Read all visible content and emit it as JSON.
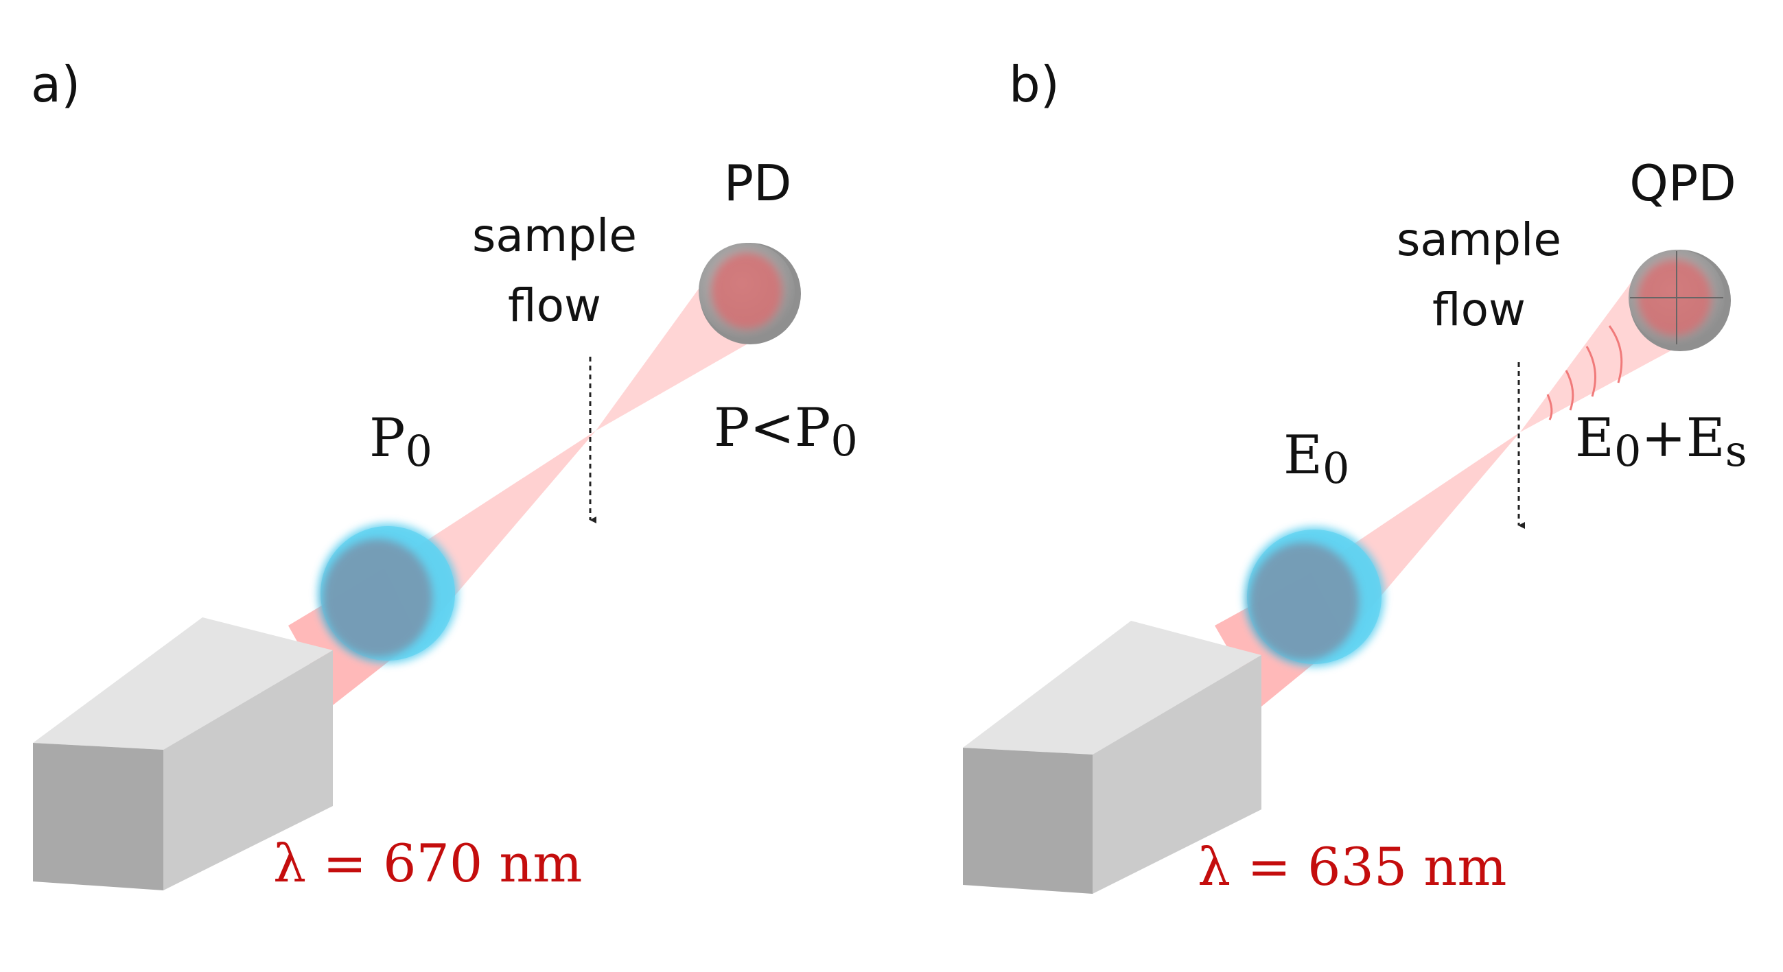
{
  "panels": [
    {
      "label": "a)",
      "detector": "PD",
      "flow": [
        "sample",
        "flow"
      ],
      "input": {
        "main": "P",
        "sub": "0"
      },
      "output": {
        "main": "P<P",
        "sub": "0"
      },
      "wavelength": "λ = 670 nm"
    },
    {
      "label": "b)",
      "detector": "QPD",
      "flow": [
        "sample",
        "flow"
      ],
      "input": {
        "main": "E",
        "sub": "0"
      },
      "output": {
        "main": "E",
        "sub1": "0",
        "plus": "+E",
        "sub2": "s"
      },
      "wavelength": "λ = 635 nm"
    }
  ],
  "colors": {
    "beam": "#ff8a8a",
    "lens": "#58d0f0",
    "laser_light": "#e6e6e6",
    "laser_dark": "#a9a9a9",
    "detector": "#a8a8a8",
    "wavelength_text": "#c40d0d"
  }
}
